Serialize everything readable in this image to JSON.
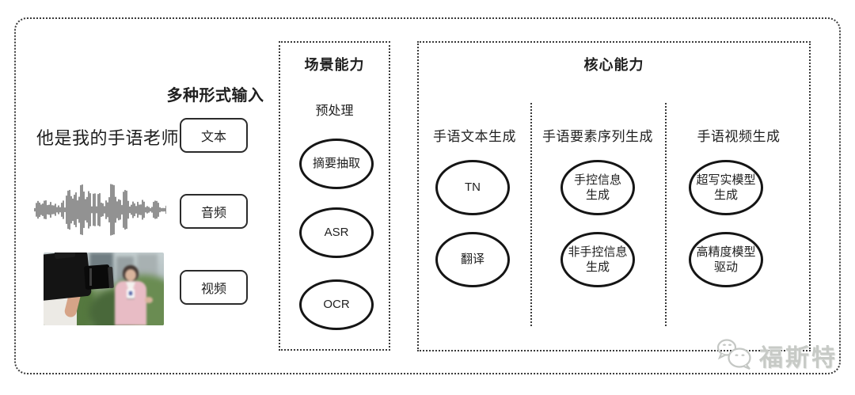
{
  "input_section": {
    "title": "多种形式输入",
    "sample_text": "他是我的手语老师",
    "items": [
      {
        "label": "文本"
      },
      {
        "label": "音频"
      },
      {
        "label": "视频"
      }
    ]
  },
  "scene_box": {
    "title": "场景能力",
    "subtitle": "预处理",
    "nodes": [
      "摘要抽取",
      "ASR",
      "OCR"
    ]
  },
  "core_box": {
    "title": "核心能力",
    "columns": [
      {
        "header": "手语文本生成",
        "nodes": [
          "TN",
          "翻译"
        ]
      },
      {
        "header": "手语要素序列生成",
        "nodes": [
          "手控信息\n生成",
          "非手控信息\n生成"
        ]
      },
      {
        "header": "手语视频生成",
        "nodes": [
          "超写实模型\n生成",
          "高精度模型\n驱动"
        ]
      }
    ]
  },
  "watermark": {
    "label": "福斯特"
  },
  "colors": {
    "stroke": "#1f1f1f",
    "watermark": "#c7cac6"
  }
}
